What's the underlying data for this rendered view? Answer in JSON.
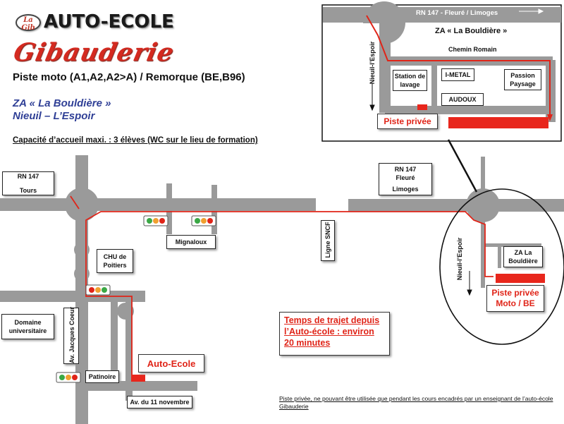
{
  "header": {
    "logo_badge": "La Gib",
    "logo_title": "AUTO-ECOLE",
    "logo_script": "Gibauderie",
    "subtitle": "Piste moto (A1,A2,A2>A) / Remorque (BE,B96)",
    "zone_line": "ZA « La Bouldière »",
    "place_line": "Nieuil – L’Espoir",
    "capacity": "Capacité d’accueil maxi. : 3 élèves (WC sur le lieu de formation)"
  },
  "inset": {
    "road_top": "RN 147 - Fleuré / Limoges",
    "zone": "ZA « La Bouldière »",
    "road_mid": "Chemin Romain",
    "road_side": "Nieuil-l’Espoir",
    "buildings": [
      "Station de lavage",
      "I-METAL",
      "Passion Paysage",
      "AUDOUX"
    ],
    "track_label": "Piste privée"
  },
  "main_map": {
    "rn147_west": [
      "RN 147",
      "Tours"
    ],
    "rn147_east": [
      "RN 147",
      "Fleuré",
      "Limoges"
    ],
    "mignaloux": "Mignaloux",
    "chu": [
      "CHU de",
      "Poitiers"
    ],
    "campus": [
      "Domaine",
      "universitaire"
    ],
    "jacques_coeur": "Av. Jacques Coeur",
    "patinoire": "Patinoire",
    "avenue_11": "Av. du 11 novembre",
    "railway": "Ligne SNCF",
    "school": "Auto-Ecole",
    "nieuil": "Nieuil-l’Espoir",
    "za": [
      "ZA La",
      "Bouldière"
    ],
    "track": [
      "Piste privée",
      "Moto / BE"
    ]
  },
  "travel_time": [
    "Temps de trajet depuis",
    "l’Auto-école : environ",
    "20 minutes"
  ],
  "footnote": "Piste privée, ne pouvant être utilisée que  pendant les cours encadrés par un enseignant de l’auto-école Gibauderie",
  "colors": {
    "road": "#9a9a9a",
    "route": "#e02418",
    "accent_blue": "#2f3f96",
    "light_red": "#e02418",
    "light_orange": "#f0a030",
    "light_green": "#3aa845"
  },
  "icons": [
    "traffic-light-icon",
    "arrow-left-icon",
    "arrow-right-icon",
    "arrow-down-icon"
  ]
}
